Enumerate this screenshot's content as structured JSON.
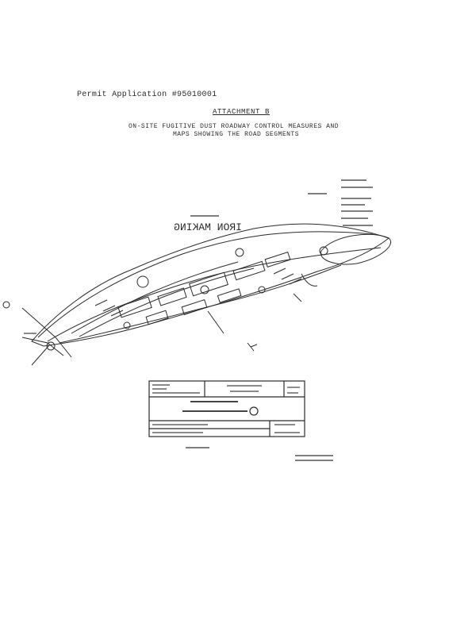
{
  "header": {
    "permit_line": "Permit Application #95010001",
    "attachment_title": "ATTACHMENT B",
    "description_line1": "ON-SITE FUGITIVE DUST ROADWAY CONTROL MEASURES AND",
    "description_line2": "MAPS SHOWING THE ROAD SEGMENTS"
  },
  "map": {
    "plant_label_mirrored": "IRON MAKING",
    "colors": {
      "ink": "#2b2b2b",
      "paper": "#ffffff"
    }
  }
}
